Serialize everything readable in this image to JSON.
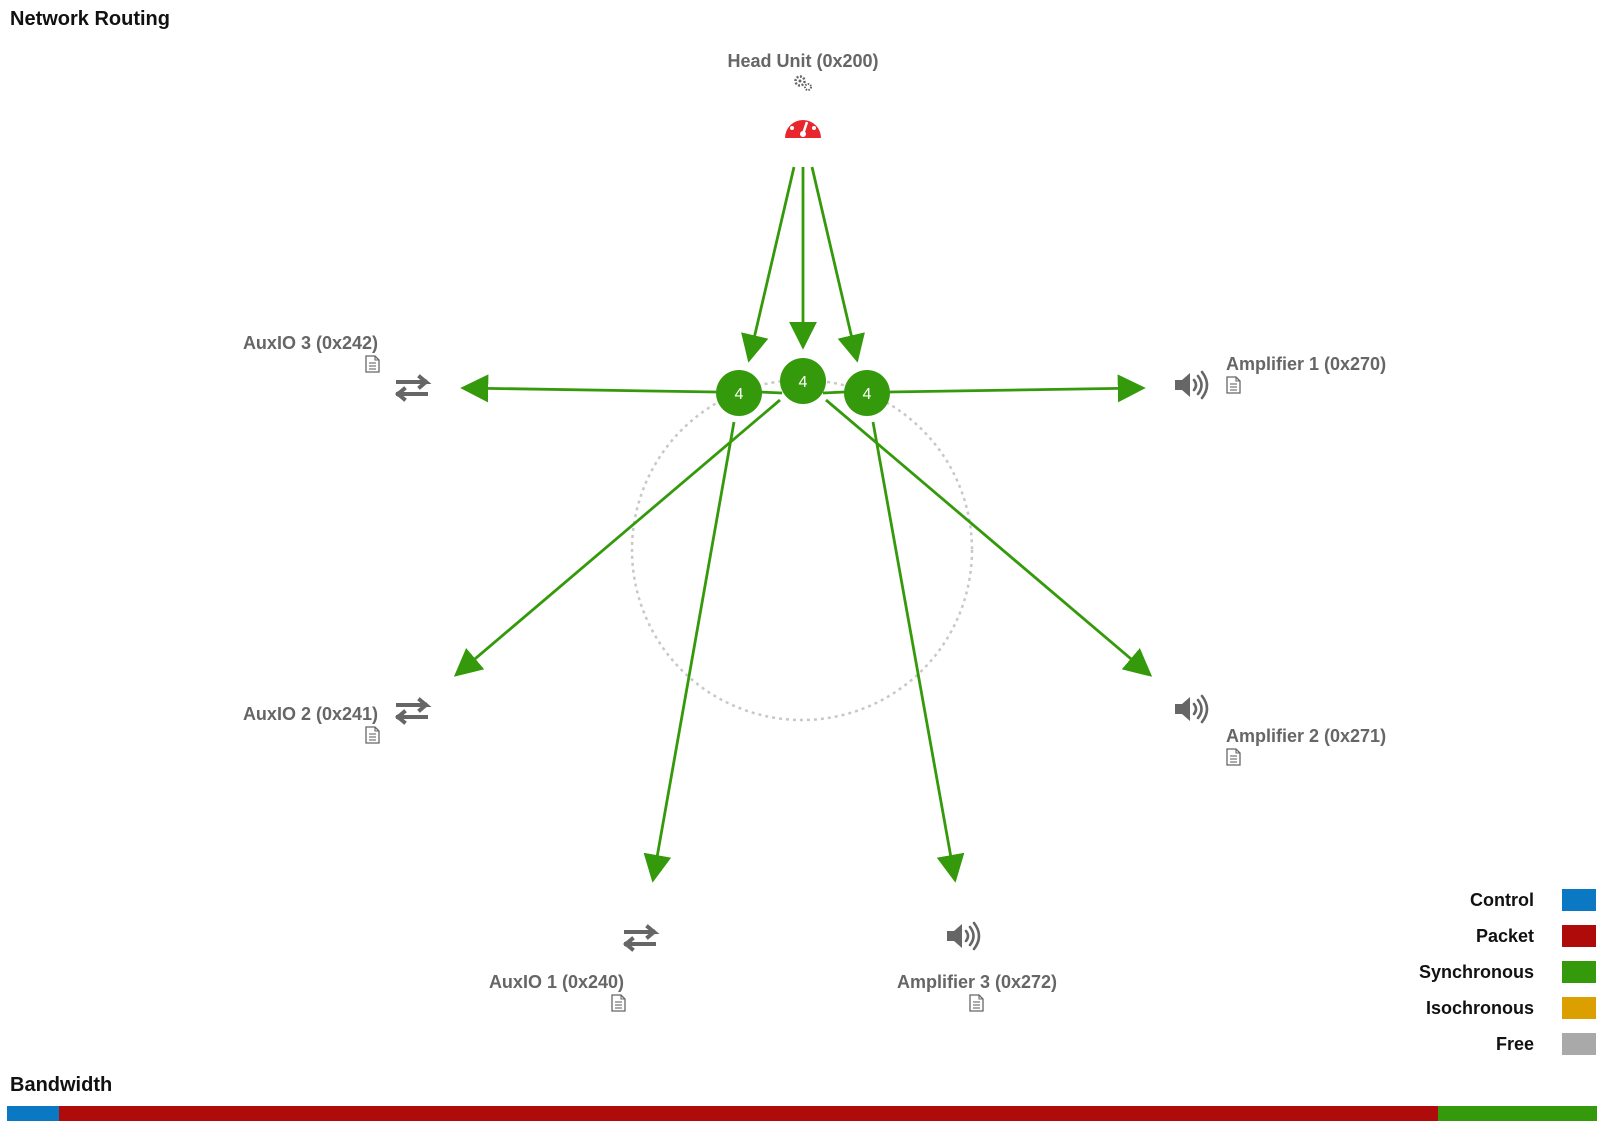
{
  "title": "Network Routing",
  "bandwidth_title": "Bandwidth",
  "colors": {
    "control": "#0a78c2",
    "packet": "#b00b0b",
    "synchronous": "#359a0b",
    "isochronous": "#dba000",
    "free": "#a9a9a9",
    "head_unit_icon": "#e8262d",
    "device_icon": "#666666",
    "ring": "#c8c8c8"
  },
  "head_unit": {
    "label": "Head Unit (0x200)",
    "icons": [
      "gears-icon",
      "speedometer-icon"
    ]
  },
  "devices": [
    {
      "id": "auxio3",
      "label": "AuxIO 3 (0x242)",
      "icon": "arrows-exchange-icon",
      "doc_icon": "document-icon"
    },
    {
      "id": "auxio2",
      "label": "AuxIO 2 (0x241)",
      "icon": "arrows-exchange-icon",
      "doc_icon": "document-icon"
    },
    {
      "id": "auxio1",
      "label": "AuxIO 1 (0x240)",
      "icon": "arrows-exchange-icon",
      "doc_icon": "document-icon"
    },
    {
      "id": "amp3",
      "label": "Amplifier 3 (0x272)",
      "icon": "speaker-icon",
      "doc_icon": "document-icon"
    },
    {
      "id": "amp2",
      "label": "Amplifier 2 (0x271)",
      "icon": "speaker-icon",
      "doc_icon": "document-icon"
    },
    {
      "id": "amp1",
      "label": "Amplifier 1 (0x270)",
      "icon": "speaker-icon",
      "doc_icon": "document-icon"
    }
  ],
  "hubs": [
    {
      "id": "hub-left",
      "label": "4"
    },
    {
      "id": "hub-center",
      "label": "4"
    },
    {
      "id": "hub-right",
      "label": "4"
    }
  ],
  "legend": [
    {
      "label": "Control",
      "color": "#0a78c2"
    },
    {
      "label": "Packet",
      "color": "#b00b0b"
    },
    {
      "label": "Synchronous",
      "color": "#359a0b"
    },
    {
      "label": "Isochronous",
      "color": "#dba000"
    },
    {
      "label": "Free",
      "color": "#a9a9a9"
    }
  ],
  "bandwidth": [
    {
      "type": "Control",
      "fraction": 0.033,
      "color": "#0a78c2"
    },
    {
      "type": "Packet",
      "fraction": 0.867,
      "color": "#b00b0b"
    },
    {
      "type": "Synchronous",
      "fraction": 0.1,
      "color": "#359a0b"
    }
  ]
}
